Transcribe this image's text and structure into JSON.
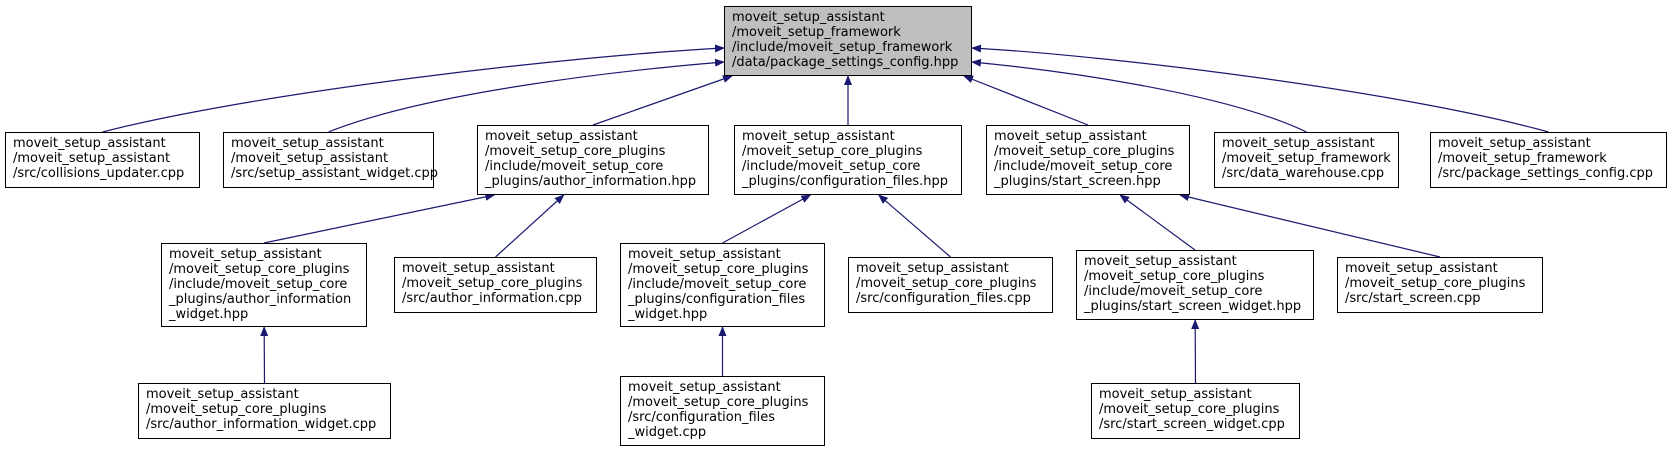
{
  "diagram": {
    "type": "include-dependency-graph",
    "edge_color": "#191970",
    "root_fill": "#bfbfbf",
    "nodes": [
      {
        "id": "root",
        "root": true,
        "lines": [
          "moveit_setup_assistant",
          "/moveit_setup_framework",
          "/include/moveit_setup_framework",
          "/data/package_settings_config.hpp"
        ]
      },
      {
        "id": "collisions_updater",
        "lines": [
          "moveit_setup_assistant",
          "/moveit_setup_assistant",
          "/src/collisions_updater.cpp"
        ]
      },
      {
        "id": "setup_assistant_widget",
        "lines": [
          "moveit_setup_assistant",
          "/moveit_setup_assistant",
          "/src/setup_assistant_widget.cpp"
        ]
      },
      {
        "id": "author_information_hpp",
        "lines": [
          "moveit_setup_assistant",
          "/moveit_setup_core_plugins",
          "/include/moveit_setup_core",
          "_plugins/author_information.hpp"
        ]
      },
      {
        "id": "configuration_files_hpp",
        "lines": [
          "moveit_setup_assistant",
          "/moveit_setup_core_plugins",
          "/include/moveit_setup_core",
          "_plugins/configuration_files.hpp"
        ]
      },
      {
        "id": "start_screen_hpp",
        "lines": [
          "moveit_setup_assistant",
          "/moveit_setup_core_plugins",
          "/include/moveit_setup_core",
          "_plugins/start_screen.hpp"
        ]
      },
      {
        "id": "data_warehouse",
        "lines": [
          "moveit_setup_assistant",
          "/moveit_setup_framework",
          "/src/data_warehouse.cpp"
        ]
      },
      {
        "id": "package_settings_config_cpp",
        "lines": [
          "moveit_setup_assistant",
          "/moveit_setup_framework",
          "/src/package_settings_config.cpp"
        ]
      },
      {
        "id": "author_information_widget_hpp",
        "lines": [
          "moveit_setup_assistant",
          "/moveit_setup_core_plugins",
          "/include/moveit_setup_core",
          "_plugins/author_information",
          "_widget.hpp"
        ]
      },
      {
        "id": "author_information_cpp",
        "lines": [
          "moveit_setup_assistant",
          "/moveit_setup_core_plugins",
          "/src/author_information.cpp"
        ]
      },
      {
        "id": "configuration_files_widget_hpp",
        "lines": [
          "moveit_setup_assistant",
          "/moveit_setup_core_plugins",
          "/include/moveit_setup_core",
          "_plugins/configuration_files",
          "_widget.hpp"
        ]
      },
      {
        "id": "configuration_files_cpp",
        "lines": [
          "moveit_setup_assistant",
          "/moveit_setup_core_plugins",
          "/src/configuration_files.cpp"
        ]
      },
      {
        "id": "start_screen_widget_hpp",
        "lines": [
          "moveit_setup_assistant",
          "/moveit_setup_core_plugins",
          "/include/moveit_setup_core",
          "_plugins/start_screen_widget.hpp"
        ]
      },
      {
        "id": "start_screen_cpp",
        "lines": [
          "moveit_setup_assistant",
          "/moveit_setup_core_plugins",
          "/src/start_screen.cpp"
        ]
      },
      {
        "id": "author_information_widget_cpp",
        "lines": [
          "moveit_setup_assistant",
          "/moveit_setup_core_plugins",
          "/src/author_information_widget.cpp"
        ]
      },
      {
        "id": "configuration_files_widget_cpp",
        "lines": [
          "moveit_setup_assistant",
          "/moveit_setup_core_plugins",
          "/src/configuration_files",
          "_widget.cpp"
        ]
      },
      {
        "id": "start_screen_widget_cpp",
        "lines": [
          "moveit_setup_assistant",
          "/moveit_setup_core_plugins",
          "/src/start_screen_widget.cpp"
        ]
      }
    ],
    "edges": [
      {
        "from": "collisions_updater",
        "to": "root"
      },
      {
        "from": "setup_assistant_widget",
        "to": "root"
      },
      {
        "from": "author_information_hpp",
        "to": "root"
      },
      {
        "from": "configuration_files_hpp",
        "to": "root"
      },
      {
        "from": "start_screen_hpp",
        "to": "root"
      },
      {
        "from": "data_warehouse",
        "to": "root"
      },
      {
        "from": "package_settings_config_cpp",
        "to": "root"
      },
      {
        "from": "author_information_widget_hpp",
        "to": "author_information_hpp"
      },
      {
        "from": "author_information_cpp",
        "to": "author_information_hpp"
      },
      {
        "from": "configuration_files_widget_hpp",
        "to": "configuration_files_hpp"
      },
      {
        "from": "configuration_files_cpp",
        "to": "configuration_files_hpp"
      },
      {
        "from": "start_screen_widget_hpp",
        "to": "start_screen_hpp"
      },
      {
        "from": "start_screen_cpp",
        "to": "start_screen_hpp"
      },
      {
        "from": "author_information_widget_cpp",
        "to": "author_information_widget_hpp"
      },
      {
        "from": "configuration_files_widget_cpp",
        "to": "configuration_files_widget_hpp"
      },
      {
        "from": "start_screen_widget_cpp",
        "to": "start_screen_widget_hpp"
      }
    ]
  }
}
